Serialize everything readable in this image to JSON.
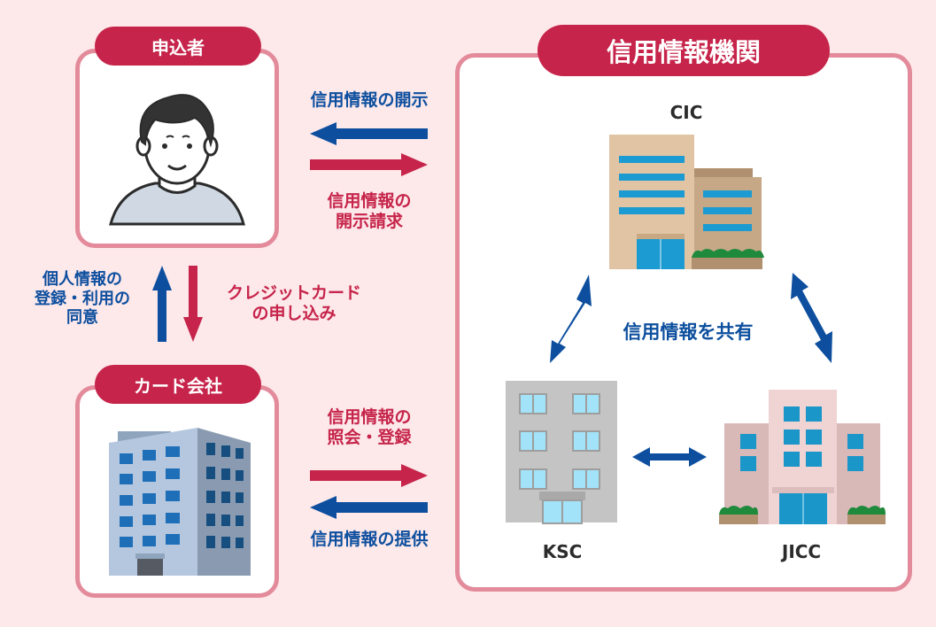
{
  "applicant": {
    "title": "申込者",
    "icon": "person-icon"
  },
  "card_company": {
    "title": "カード会社",
    "icon": "office-building-icon"
  },
  "agencies": {
    "title": "信用情報機関",
    "members": [
      {
        "name": "CIC",
        "icon": "beige-building-icon"
      },
      {
        "name": "KSC",
        "icon": "gray-building-icon"
      },
      {
        "name": "JICC",
        "icon": "pink-building-icon"
      }
    ],
    "share_label": "信用情報を共有"
  },
  "flows": {
    "disclosure": "信用情報の開示",
    "disclosure_request_line1": "信用情報の",
    "disclosure_request_line2": "開示請求",
    "consent_line1": "個人情報の",
    "consent_line2": "登録・利用の",
    "consent_line3": "同意",
    "application_line1": "クレジットカード",
    "application_line2": "の申し込み",
    "inquiry_line1": "信用情報の",
    "inquiry_line2": "照会・登録",
    "provision": "信用情報の提供"
  },
  "colors": {
    "accent_red": "#c6244a",
    "accent_blue": "#0d4f9e",
    "border_pink": "#e38b9b",
    "background": "#fde8ea"
  }
}
